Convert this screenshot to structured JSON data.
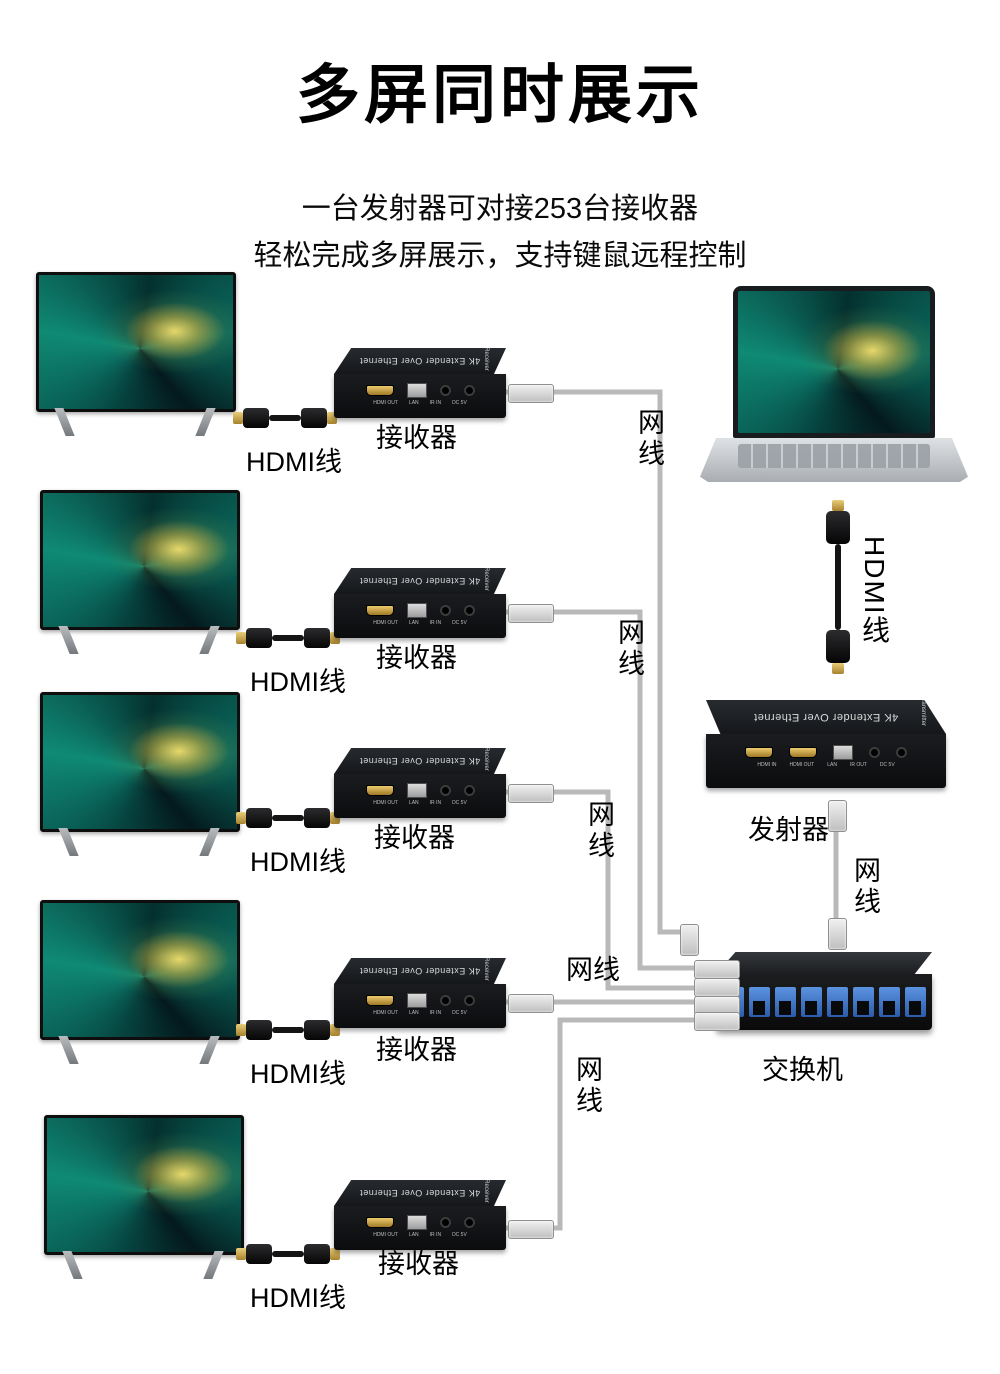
{
  "title": "多屏同时展示",
  "subtitle": {
    "line1": "一台发射器可对接253台接收器",
    "line2": "轻松完成多屏展示，支持键鼠远程控制"
  },
  "labels": {
    "hdmi_cable": "HDMI线",
    "network_cable": "网线",
    "receiver": "接收器",
    "transmitter": "发射器",
    "switch": "交换机"
  },
  "devices": {
    "extender_title": "4K Extender Over Ethernet",
    "receiver_tag": "Receiver",
    "transmitter_tag": "Transmitter",
    "receiver_ports": [
      "HDMI OUT",
      "LAN",
      "IR IN",
      "DC 5V"
    ],
    "transmitter_ports": [
      "HDMI IN",
      "HDMI OUT",
      "LAN",
      "IR OUT",
      "DC 5V"
    ]
  },
  "colors": {
    "cable_gray": "#b9b9b9",
    "port_blue": "#3a77cf",
    "hdmi_gold": "#c9a23f",
    "box_black": "#141414"
  }
}
